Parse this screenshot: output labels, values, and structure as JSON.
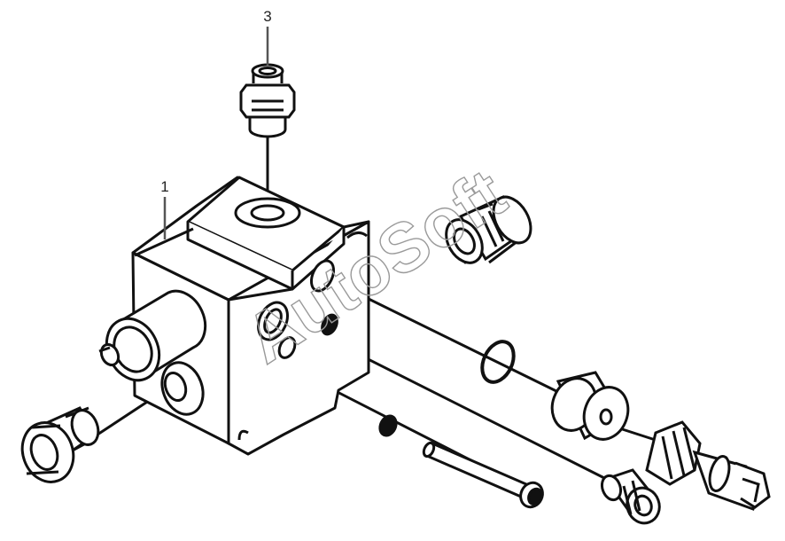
{
  "labels": {
    "callout_1": "1",
    "callout_3": "3"
  },
  "watermark": "AutoSoft",
  "colors": {
    "line": "#111111",
    "fill": "#ffffff",
    "dark": "#111111",
    "watermark": "#9a9a9a"
  }
}
